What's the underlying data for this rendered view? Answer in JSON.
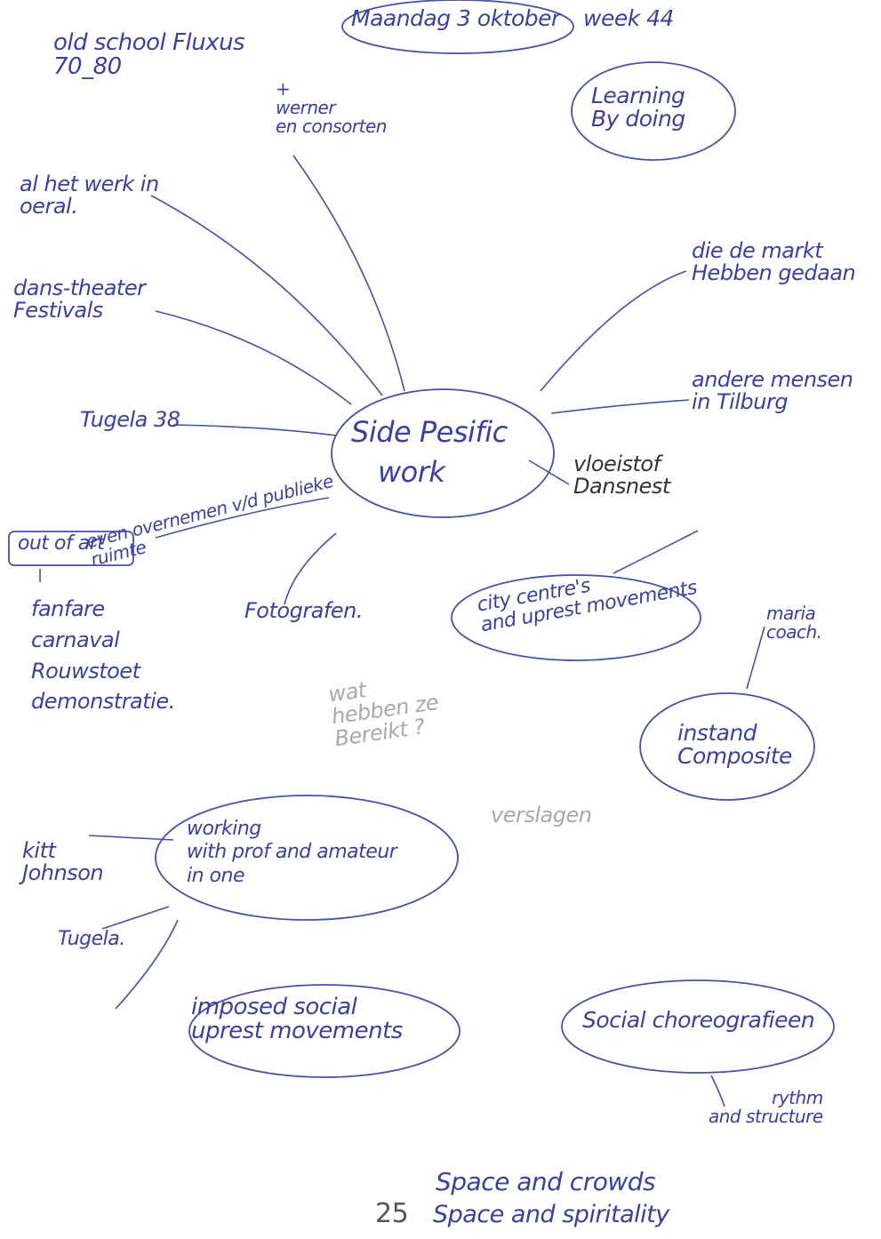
{
  "header": {
    "date": "Maandag 3 oktober",
    "week": "week 44"
  },
  "center": {
    "line1": "Side Pesific",
    "line2": "work"
  },
  "notes": {
    "old_school": "old school Fluxus\n70_80",
    "werner": "+\nwerner\nen consorten",
    "al_het_werk": "al het werk in\noeral.",
    "dans_theater": "dans-theater\nFestivals",
    "tugela38": "Tugela 38",
    "out_of_art": "out of art",
    "out_of_art_list": "fanfare\ncarnaval\nRouwstoet\ndemonstratie.",
    "even_overnemen": "even overnemen v/d publieke\nruimte",
    "fotograFen": "Fotografen.",
    "die_de_markt": "die de markt\nHebben gedaan",
    "andere_mensen": "andere mensen\nin Tilburg",
    "vloeistof": "vloeistof\nDansnest",
    "learning": "Learning\nBy doing",
    "city_centres": "city centre's\nand uprest movements",
    "maria": "maria\ncoach.",
    "instand": "instand\nComposite",
    "wat_hebben": "wat\nhebben ze\nBereikt ?",
    "verslagen": "verslagen",
    "working": "working\nwith prof and amateur\nin one",
    "kitt": "kitt\nJohnson",
    "tugela": "Tugela.",
    "imposed": "imposed social\nuprest movements",
    "social_choreo": "Social choreografieen",
    "rythm": "rythm\nand structure",
    "page_number": "25",
    "space_crowds": "Space and crowds",
    "space_spirit": "Space and spiritality"
  },
  "colors": {
    "ink": "#3b3f9e",
    "pencil": "#a9a9a9",
    "paper": "#ffffff"
  }
}
